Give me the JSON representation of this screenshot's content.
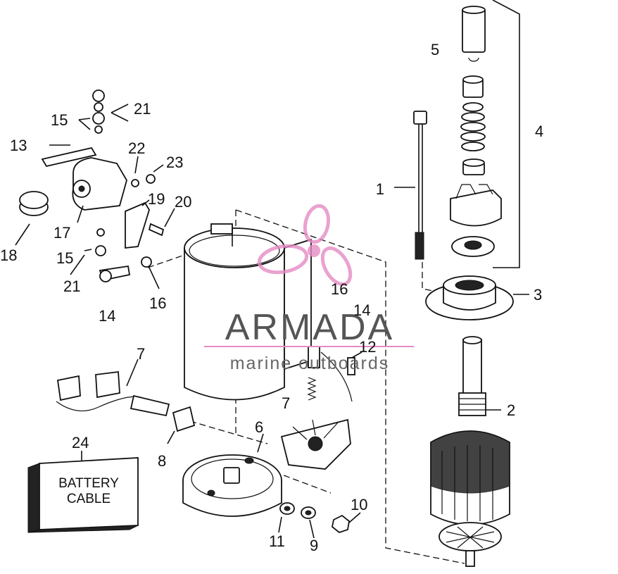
{
  "watermark": {
    "title": "ARMADA",
    "subtitle": "marine outboards",
    "accent_color": "#e58bc4",
    "text_color": "#555555"
  },
  "battery_cable_box": {
    "line1": "BATTERY",
    "line2": "CABLE"
  },
  "callouts": {
    "c1": "1",
    "c2": "2",
    "c3": "3",
    "c4": "4",
    "c5": "5",
    "c6": "6",
    "c7a": "7",
    "c7b": "7",
    "c8": "8",
    "c9": "9",
    "c10": "10",
    "c11": "11",
    "c12": "12",
    "c13": "13",
    "c14a": "14",
    "c14b": "14",
    "c15a": "15",
    "c15b": "15",
    "c16a": "16",
    "c16b": "16",
    "c17": "17",
    "c18": "18",
    "c19": "19",
    "c20": "20",
    "c21a": "21",
    "c21b": "21",
    "c22": "22",
    "c23": "23",
    "c24": "24"
  }
}
